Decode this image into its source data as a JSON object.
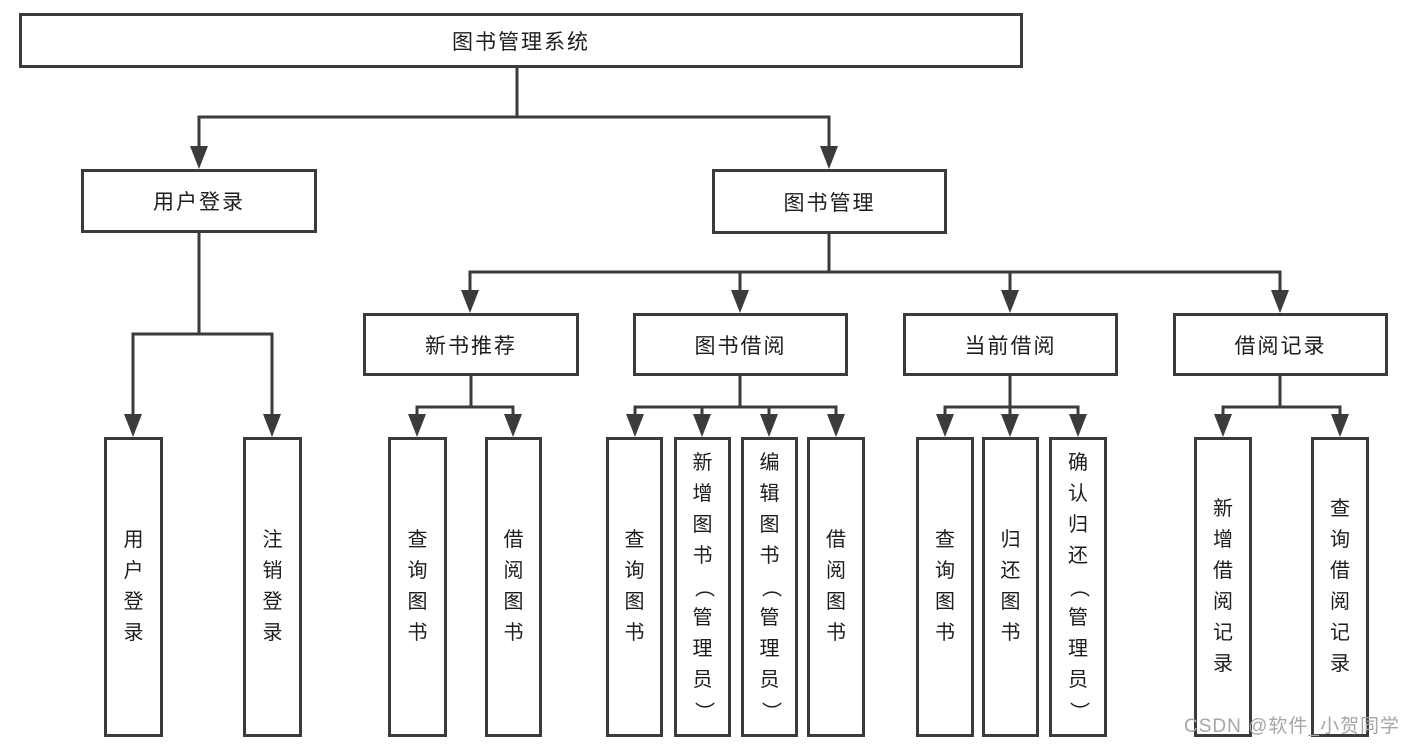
{
  "diagram": {
    "type": "hierarchy-flowchart",
    "title": "图书管理系统",
    "structure": {
      "图书管理系统": {
        "用户登录": [
          "用户登录",
          "注销登录"
        ],
        "图书管理": {
          "新书推荐": [
            "查询图书",
            "借阅图书"
          ],
          "图书借阅": [
            "查询图书",
            "新增图书（管理员）",
            "编辑图书（管理员）",
            "借阅图书"
          ],
          "当前借阅": [
            "查询图书",
            "归还图书",
            "确认归还（管理员）"
          ],
          "借阅记录": [
            "新增借阅记录",
            "查询借阅记录"
          ]
        }
      }
    }
  },
  "nodes": {
    "system": {
      "label": "图书管理系统"
    },
    "user_login": {
      "label": "用户登录"
    },
    "book_mgmt": {
      "label": "图书管理"
    },
    "new_book_rec": {
      "label": "新书推荐"
    },
    "book_borrow": {
      "label": "图书借阅"
    },
    "current_borrow": {
      "label": "当前借阅"
    },
    "borrow_records": {
      "label": "借阅记录"
    },
    "ul_user_login": {
      "label": "用户登录"
    },
    "ul_logout": {
      "label": "注销登录"
    },
    "nb_query": {
      "label": "查询图书"
    },
    "nb_borrow": {
      "label": "借阅图书"
    },
    "bb_query": {
      "label": "查询图书"
    },
    "bb_add": {
      "label": "新增图书（管理员）"
    },
    "bb_edit": {
      "label": "编辑图书（管理员）"
    },
    "bb_borrow": {
      "label": "借阅图书"
    },
    "cb_query": {
      "label": "查询图书"
    },
    "cb_return": {
      "label": "归还图书"
    },
    "cb_confirm": {
      "label": "确认归还（管理员）"
    },
    "br_add": {
      "label": "新增借阅记录"
    },
    "br_query": {
      "label": "查询借阅记录"
    }
  },
  "watermark": {
    "text": "CSDN @软件_小贺同学"
  },
  "colors": {
    "line": "#3b3b3b",
    "text": "#1d1d1d",
    "watermark": "#a6a6a6",
    "background": "#ffffff"
  }
}
